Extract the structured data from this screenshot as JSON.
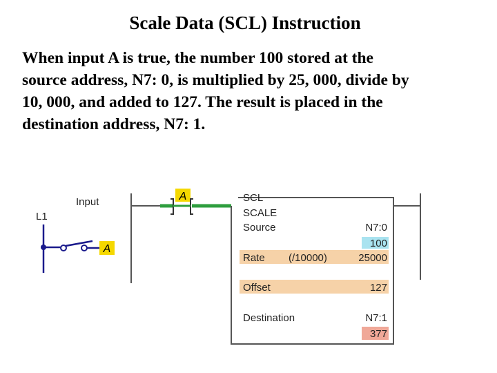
{
  "title": "Scale Data (SCL) Instruction",
  "description_lines": [
    "When input A is true, the number 100 stored at the",
    "source address, N7: 0, is multiplied by 25, 000, divide by",
    "10, 000, and added to 127. The result is placed in the",
    "destination address, N7: 1."
  ],
  "diagram": {
    "input_label": "Input",
    "line_label": "L1",
    "switch_tag": "A",
    "contact_tag": "A",
    "instruction": {
      "mnemonic": "SCL",
      "name": "SCALE",
      "source_label": "Source",
      "source_address": "N7:0",
      "source_value": "100",
      "rate_label": "Rate",
      "rate_divisor": "(/10000)",
      "rate_value": "25000",
      "offset_label": "Offset",
      "offset_value": "127",
      "destination_label": "Destination",
      "destination_address": "N7:1",
      "destination_value": "377"
    },
    "colors": {
      "wire": "#1a1a8c",
      "contact_green": "#2e9e3e",
      "tag_yellow": "#f5d800",
      "rate_offset_fill": "#f6d2a8",
      "source_value_fill": "#a9e3f0",
      "destination_value_fill": "#f0a898"
    }
  }
}
